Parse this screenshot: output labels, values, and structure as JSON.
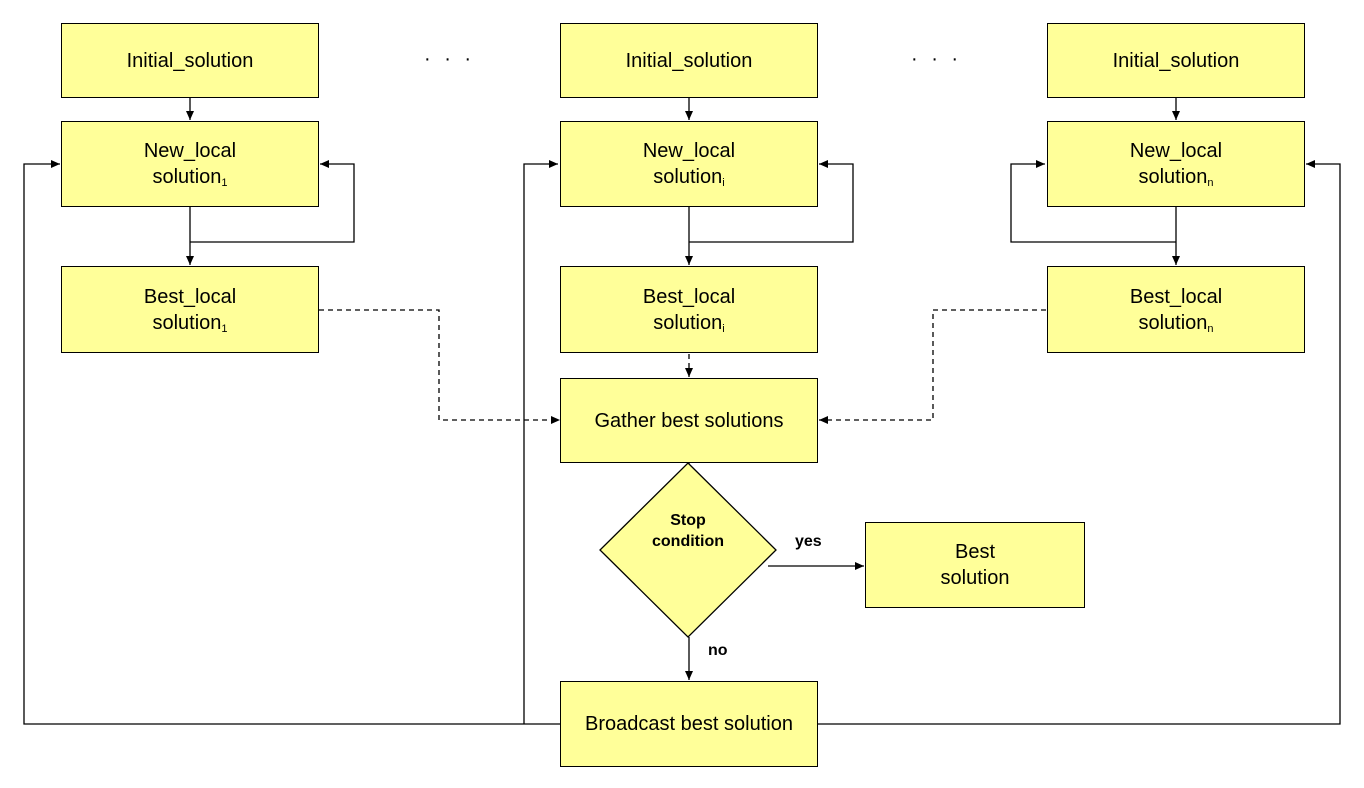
{
  "diagram": {
    "colors": {
      "box_fill": "#ffff99",
      "stroke": "#000000"
    },
    "ellipsis": "· · ·",
    "columns": [
      {
        "initial": "Initial_solution",
        "new_local": {
          "line1": "New_local",
          "line2": "solution",
          "sub": "1"
        },
        "best_local": {
          "line1": "Best_local",
          "line2": "solution",
          "sub": "1"
        }
      },
      {
        "initial": "Initial_solution",
        "new_local": {
          "line1": "New_local",
          "line2": "solution",
          "sub": "i"
        },
        "best_local": {
          "line1": "Best_local",
          "line2": "solution",
          "sub": "i"
        }
      },
      {
        "initial": "Initial_solution",
        "new_local": {
          "line1": "New_local",
          "line2": "solution",
          "sub": "n"
        },
        "best_local": {
          "line1": "Best_local",
          "line2": "solution",
          "sub": "n"
        }
      }
    ],
    "gather": "Gather best solutions",
    "decision": {
      "line1": "Stop",
      "line2": "condition",
      "yes": "yes",
      "no": "no"
    },
    "best_solution": {
      "line1": "Best",
      "line2": "solution"
    },
    "broadcast": "Broadcast best solution"
  }
}
